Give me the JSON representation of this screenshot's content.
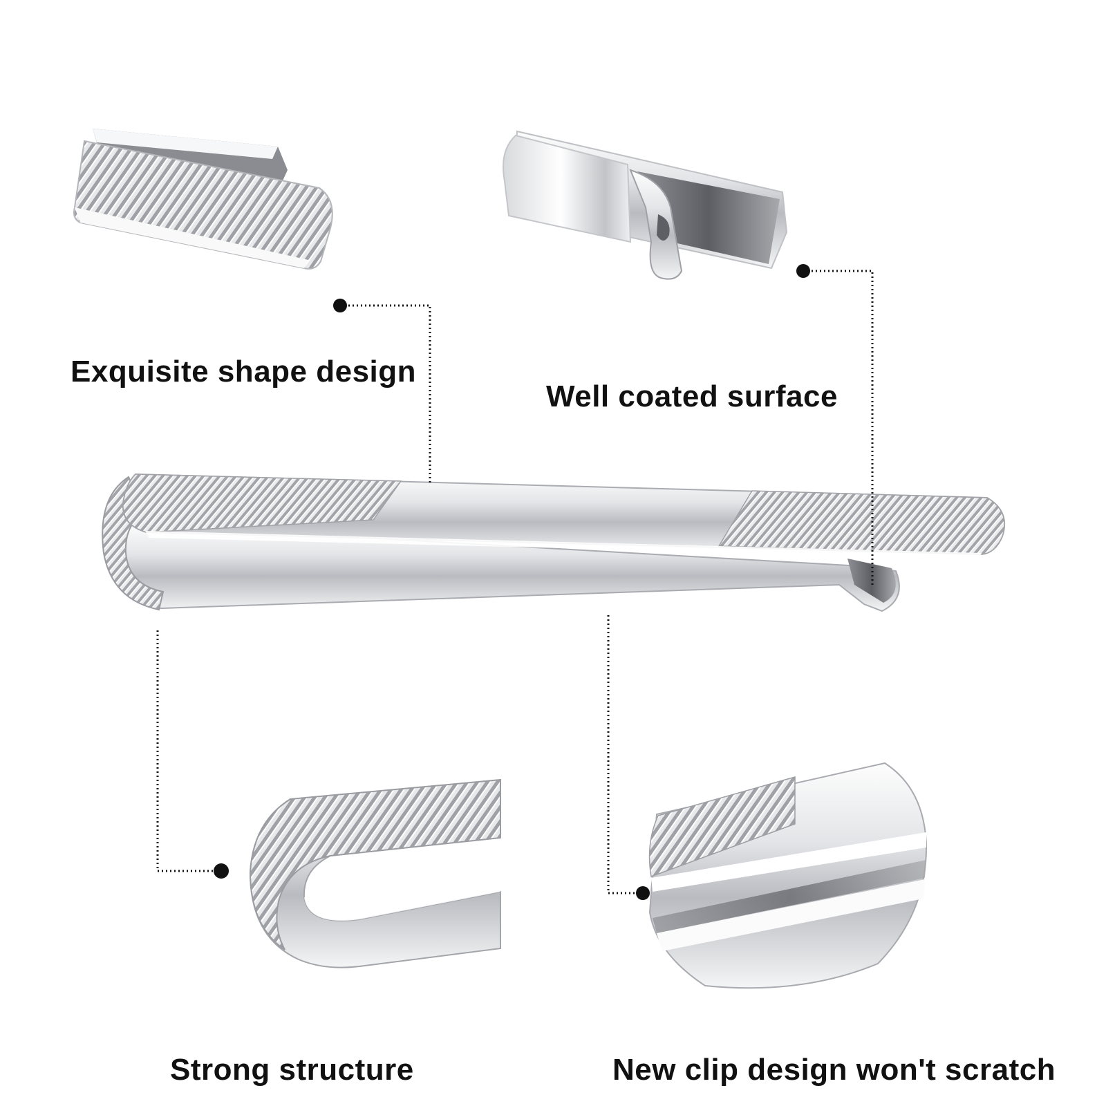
{
  "labels": {
    "shape": "Exquisite shape design",
    "surface": "Well coated surface",
    "structure": "Strong structure",
    "clip": "New clip design won't scratch"
  },
  "colors": {
    "background": "#ffffff",
    "text": "#111111",
    "leader": "#111111",
    "metal_light": "#f2f3f5",
    "metal_mid": "#c9cbcf",
    "metal_dark": "#6e7075"
  }
}
